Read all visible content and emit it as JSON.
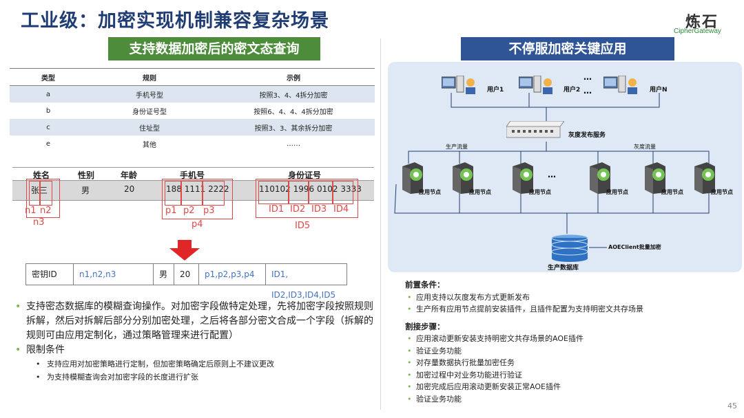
{
  "title": "工业级：加密实现机制兼容复杂场景",
  "logo": {
    "cn": "炼石",
    "en": "CipherGateway"
  },
  "left": {
    "heading": "支持数据加密后的密文态查询",
    "rules_table": {
      "headers": [
        "类型",
        "规则",
        "示例"
      ],
      "rows": [
        [
          "a",
          "手机号型",
          "按照3、4、4拆分加密"
        ],
        [
          "b",
          "身份证号型",
          "按照6、4、4、4拆分加密"
        ],
        [
          "c",
          "住址型",
          "按照3、3、其余拆分加密"
        ],
        [
          "e",
          "其他",
          "……"
        ]
      ]
    },
    "example": {
      "headers": [
        "姓名",
        "性别",
        "年龄",
        "手机号",
        "身份证号"
      ],
      "row": {
        "name": "张三",
        "gender": "男",
        "age": "20",
        "phone": "188 1111 2222",
        "id": "110102 1996 0102 3333"
      },
      "labels": {
        "n1": "n1",
        "n2": "n2",
        "n3": "n3",
        "p1": "p1",
        "p2": "p2",
        "p3": "p3",
        "p4": "p4",
        "id1": "ID1",
        "id2": "ID2",
        "id3": "ID3",
        "id4": "ID4",
        "id5": "ID5"
      }
    },
    "key_row": [
      "密钥ID",
      "n1,n2,n3",
      "男",
      "20",
      "p1,p2,p3,p4",
      "ID1, ID2,ID3,ID4,ID5"
    ],
    "bullets": {
      "b1": "支持密态数据库的模糊查询操作。对加密字段做特定处理，先将加密字段按照规则拆解，然后对拆解后部分分别加密处理，之后将各部分密文合成一个字段（拆解的规则可由应用定制化，通过策略管理来进行配置）",
      "b2": "限制条件",
      "s1": "支持应用对加密策略进行定制，但加密策略确定后原则上不建议更改",
      "s2": "为支持模糊查询会对加密字段的长度进行扩张"
    }
  },
  "right": {
    "heading": "不停服加密关键应用",
    "diagram": {
      "users": [
        "用户1",
        "用户2",
        "用户N"
      ],
      "gray_service": "灰度发布服务",
      "prod_traffic": "生产流量",
      "gray_traffic": "灰度流量",
      "app_node": "应用节点",
      "ellipsis": "…",
      "aoe_client": "AOEClient批量加密",
      "db": "生产数据库"
    },
    "pre_title": "前置条件：",
    "pre_items": [
      "应用支持以灰度发布方式更新发布",
      "生产所有应用节点提前安装插件，且插件配置为支持明密文共存场景"
    ],
    "steps_title": "割接步骤：",
    "steps": [
      "应用滚动更新安装支持明密文共存场景的AOE插件",
      "验证业务功能",
      "对存量数据执行批量加密任务",
      "加密过程中对业务功能进行验证",
      "加密完成后应用滚动更新安装正常AOE插件",
      "验证业务功能"
    ]
  },
  "page_number": "45",
  "colors": {
    "title": "#1f3c74",
    "green": "#4d8c3b",
    "blue": "#2f5597",
    "red": "#e04848",
    "accent": "#4472c4"
  }
}
